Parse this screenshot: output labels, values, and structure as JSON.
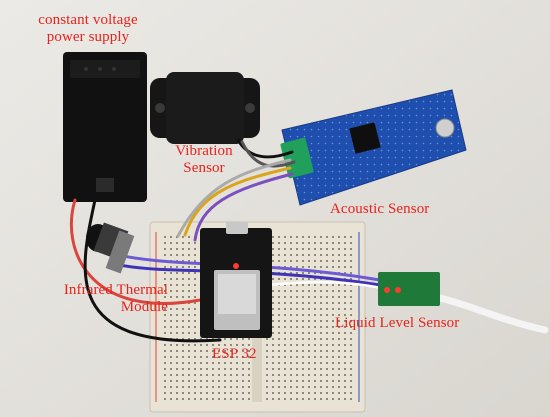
{
  "labels": {
    "power_supply_line1": "constant voltage",
    "power_supply_line2": "power supply",
    "vibration_line1": "Vibration",
    "vibration_line2": "Sensor",
    "acoustic": "Acoustic Sensor",
    "infrared_line1": "Infrared Thermal",
    "infrared_line2": "Module",
    "liquid_level": "Liquid Level Sensor",
    "esp32": "ESP 32"
  },
  "colors": {
    "label_red": "#e8231c",
    "pcb_blue": "#1f4fae",
    "pcb_green": "#1f7a3a",
    "breadboard": "#e9e3d6",
    "wall": "#e7e6e3"
  }
}
